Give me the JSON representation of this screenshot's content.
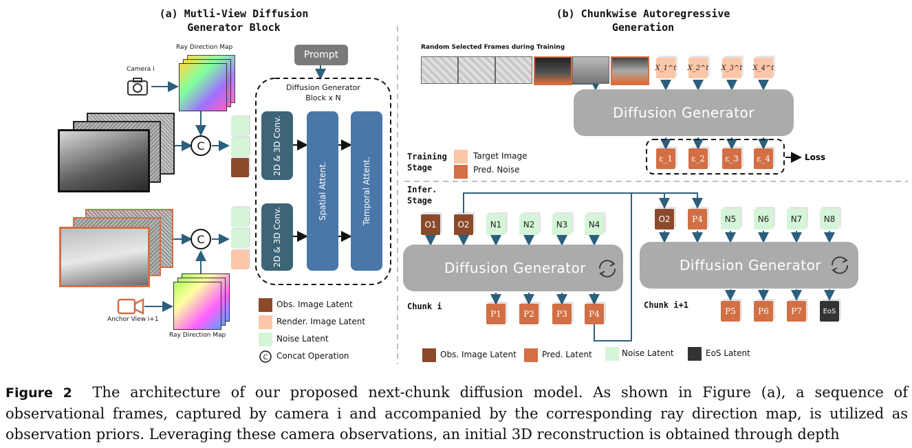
{
  "panel_a": {
    "title_line1": "(a) Mutli-View Diffusion",
    "title_line2": "Generator Block",
    "ray_map_top": "Ray Direction Map",
    "camera_label": "Camera i",
    "prompt": "Prompt",
    "block_title_line1": "Diffusion Generator",
    "block_title_line2": "Block x N",
    "conv_label": "2D & 3D Conv.",
    "spatial": "Spatial Attent.",
    "temporal": "Temporal Attent.",
    "concat": "C",
    "anchor_label": "Anchor View i+1",
    "ray_map_bottom": "Ray Direction Map",
    "legend": [
      {
        "label": "Obs. Image Latent",
        "kind": "obs"
      },
      {
        "label": "Render. Image Latent",
        "kind": "render"
      },
      {
        "label": "Noise Latent",
        "kind": "noise"
      },
      {
        "label": "Concat Operation",
        "kind": "concat"
      }
    ]
  },
  "panel_b": {
    "title_line1": "(b) Chunkwise Autoregressive",
    "title_line2": "Generation",
    "frames_label": "Random Selected Frames during Training",
    "targets": [
      "X_1^t",
      "X_2^t",
      "X_3^t",
      "X_4^t"
    ],
    "generator": "Diffusion Generator",
    "noises": [
      "ε_1",
      "ε_2",
      "ε_3",
      "ε_4"
    ],
    "loss": "Loss",
    "training_stage_line1": "Training",
    "training_stage_line2": "Stage",
    "legend_target": "Target Image",
    "legend_pred_noise": "Pred. Noise",
    "infer_stage_line1": "Infer.",
    "infer_stage_line2": "Stage",
    "chunk_i": {
      "label": "Chunk i",
      "inputs": [
        "O1",
        "O2",
        "N1",
        "N2",
        "N3",
        "N4"
      ],
      "outputs": [
        "P1",
        "P2",
        "P3",
        "P4"
      ]
    },
    "chunk_i1": {
      "label": "Chunk i+1",
      "inputs": [
        "O2",
        "P4",
        "N5",
        "N6",
        "N7",
        "N8"
      ],
      "outputs": [
        "P5",
        "P6",
        "P7",
        "EoS"
      ]
    },
    "bottom_legend": [
      {
        "label": "Obs. Image Latent",
        "kind": "obs"
      },
      {
        "label": "Pred. Latent",
        "kind": "pred"
      },
      {
        "label": "Noise Latent",
        "kind": "noise"
      },
      {
        "label": "EoS Latent",
        "kind": "eos"
      }
    ]
  },
  "caption": {
    "label": "Figure 2",
    "text": "The architecture of our proposed next-chunk diffusion model. As shown in Figure (a), a sequence of observational frames, captured by camera i and accompanied by the corresponding ray direction map, is utilized as observation priors. Leveraging these camera observations, an initial 3D reconstruction is obtained through depth"
  },
  "colors": {
    "obs": "#8b4a2b",
    "pred": "#d26f45",
    "noise": "#d4f5d8",
    "render": "#fcc6a8",
    "eos": "#333333",
    "attention": "#4a77a8",
    "conv": "#3d6477",
    "generator": "#ababab",
    "arrow": "#2c5f7c"
  }
}
